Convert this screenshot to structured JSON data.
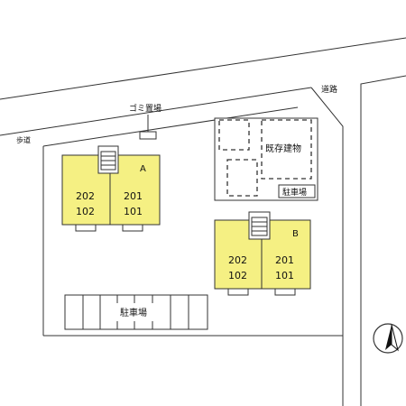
{
  "labels": {
    "road": "道路",
    "sidewalk": "歩道",
    "garbage": "ゴミ置場",
    "existing_building": "既存建物",
    "parking_small": "駐車場",
    "parking_large": "駐車場"
  },
  "buildings": [
    {
      "name": "A",
      "units": [
        {
          "rooms": [
            "202",
            "102"
          ]
        },
        {
          "rooms": [
            "201",
            "101"
          ]
        }
      ]
    },
    {
      "name": "B",
      "units": [
        {
          "rooms": [
            "202",
            "102"
          ]
        },
        {
          "rooms": [
            "201",
            "101"
          ]
        }
      ]
    }
  ],
  "colors": {
    "building_fill": "#f5f083",
    "line": "#333333",
    "background": "#ffffff"
  },
  "north_arrow": "north-arrow-icon"
}
